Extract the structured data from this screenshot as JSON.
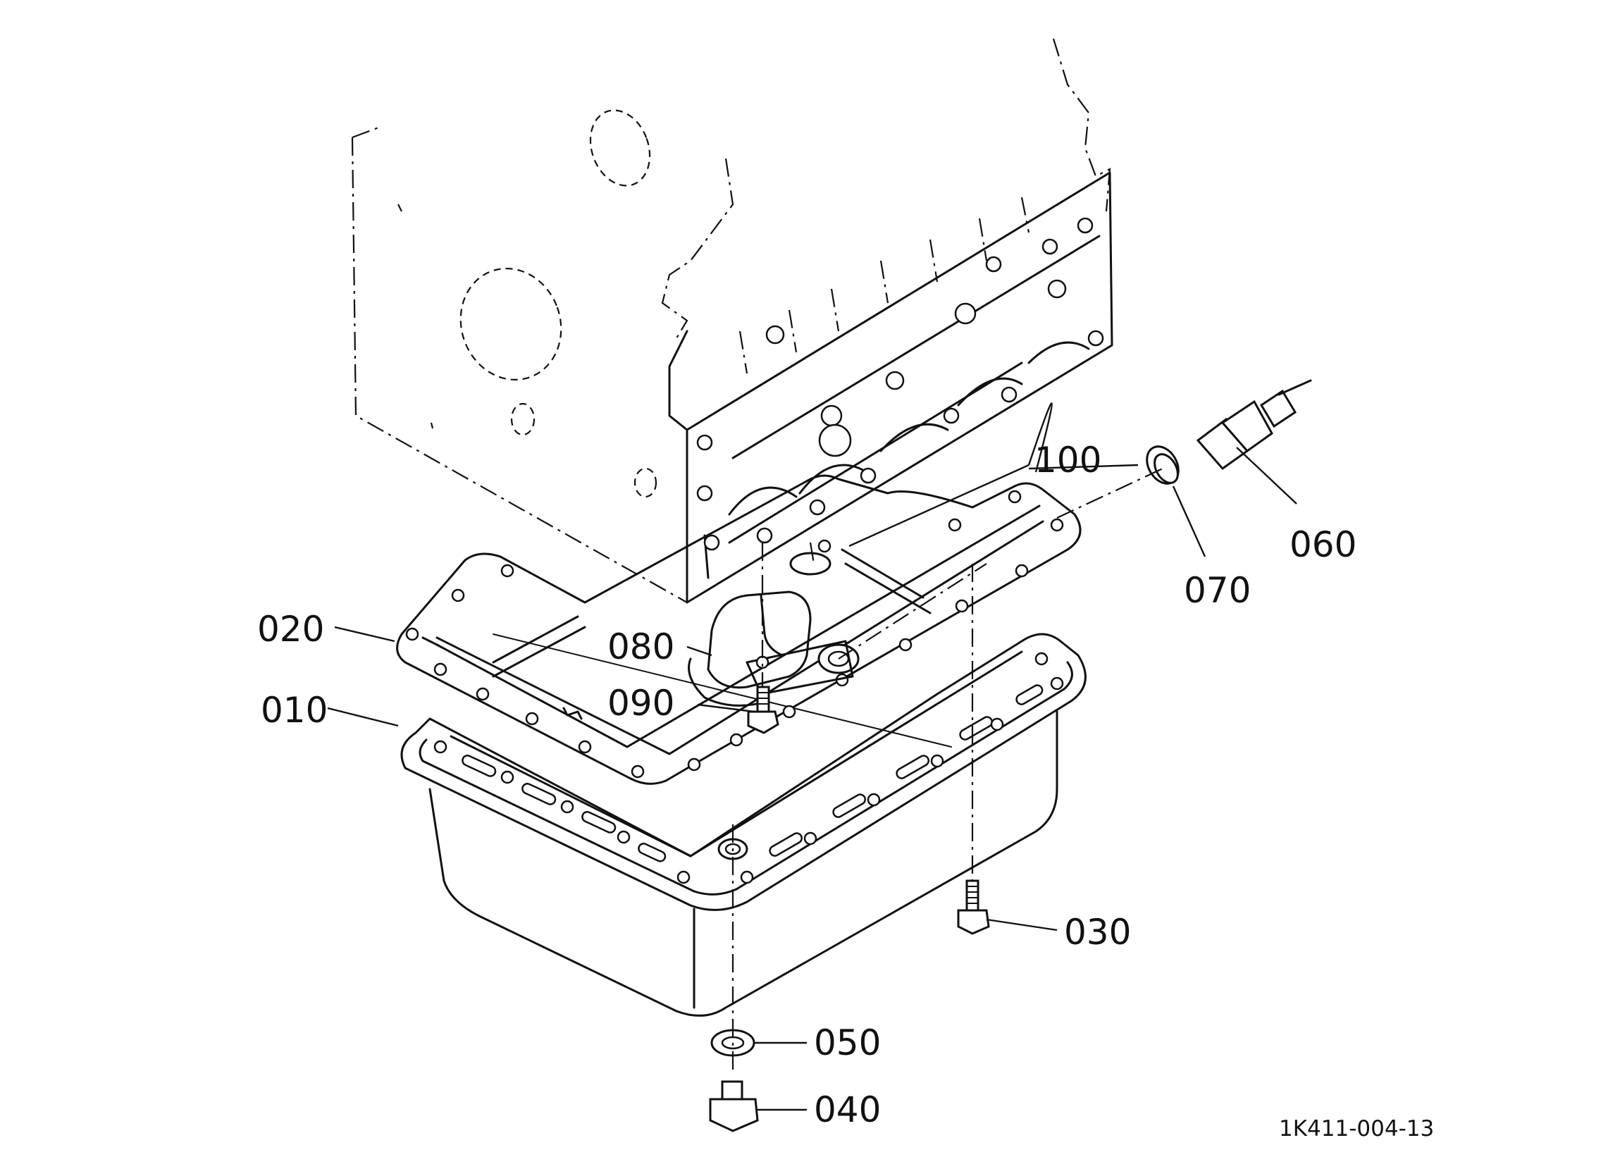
{
  "drawing_ref": "1K411-004-13",
  "callouts": [
    {
      "id": "100",
      "label": "100"
    },
    {
      "id": "060",
      "label": "060"
    },
    {
      "id": "070",
      "label": "070"
    },
    {
      "id": "020",
      "label": "020"
    },
    {
      "id": "080",
      "label": "080"
    },
    {
      "id": "090",
      "label": "090"
    },
    {
      "id": "010",
      "label": "010"
    },
    {
      "id": "030",
      "label": "030"
    },
    {
      "id": "050",
      "label": "050"
    },
    {
      "id": "040",
      "label": "040"
    }
  ]
}
